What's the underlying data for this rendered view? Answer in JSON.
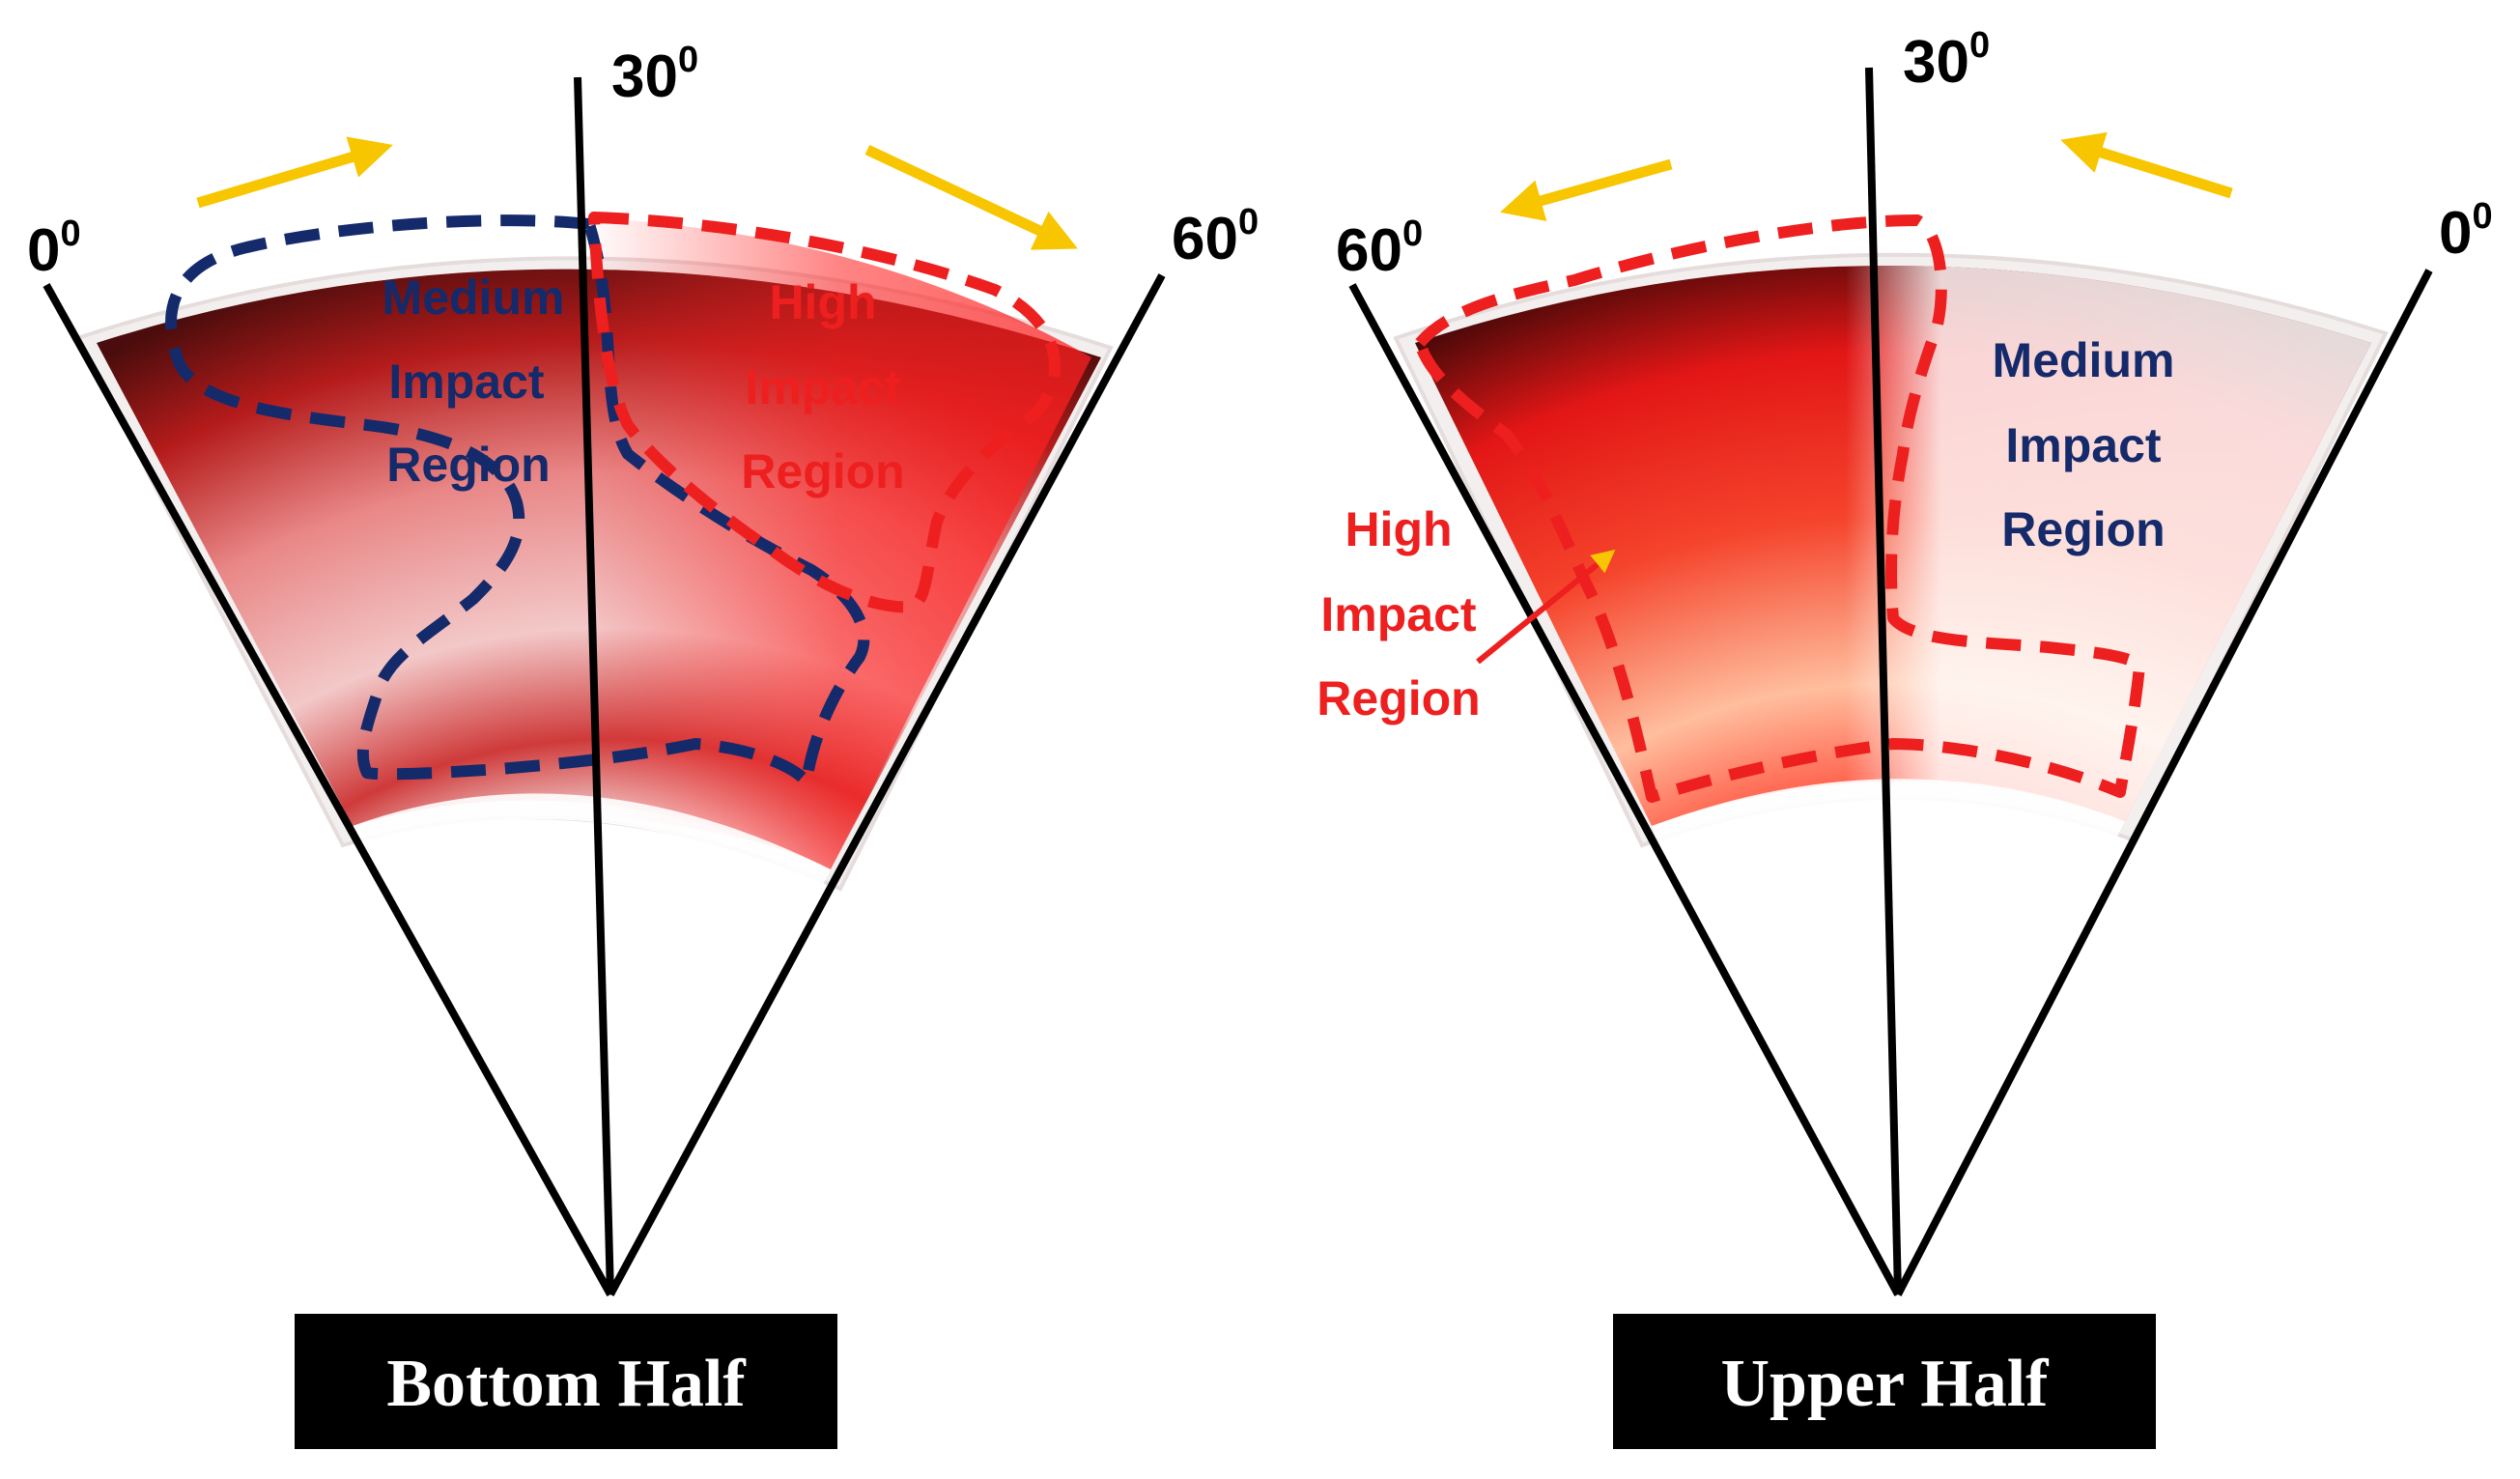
{
  "colors": {
    "high_impact": "#ee1f1f",
    "medium_impact": "#142a6a",
    "flow_arrow": "#f7c600",
    "line": "#000000",
    "caption_bg": "#000000",
    "caption_text": "#ffffff"
  },
  "bottom_half": {
    "caption": "Bottom Half",
    "angles": {
      "a0": "0",
      "a30": "30",
      "a60": "60",
      "degree": "0"
    },
    "medium_region": {
      "line1": "Medium",
      "line2": "Impact",
      "line3": "Region"
    },
    "high_region": {
      "line1": "High",
      "line2": "Impact",
      "line3": "Region"
    }
  },
  "upper_half": {
    "caption": "Upper Half",
    "angles": {
      "a0": "0",
      "a30": "30",
      "a60": "60",
      "degree": "0"
    },
    "medium_region": {
      "line1": "Medium",
      "line2": "Impact",
      "line3": "Region"
    },
    "high_region": {
      "line1": "High",
      "line2": "Impact",
      "line3": "Region"
    }
  }
}
